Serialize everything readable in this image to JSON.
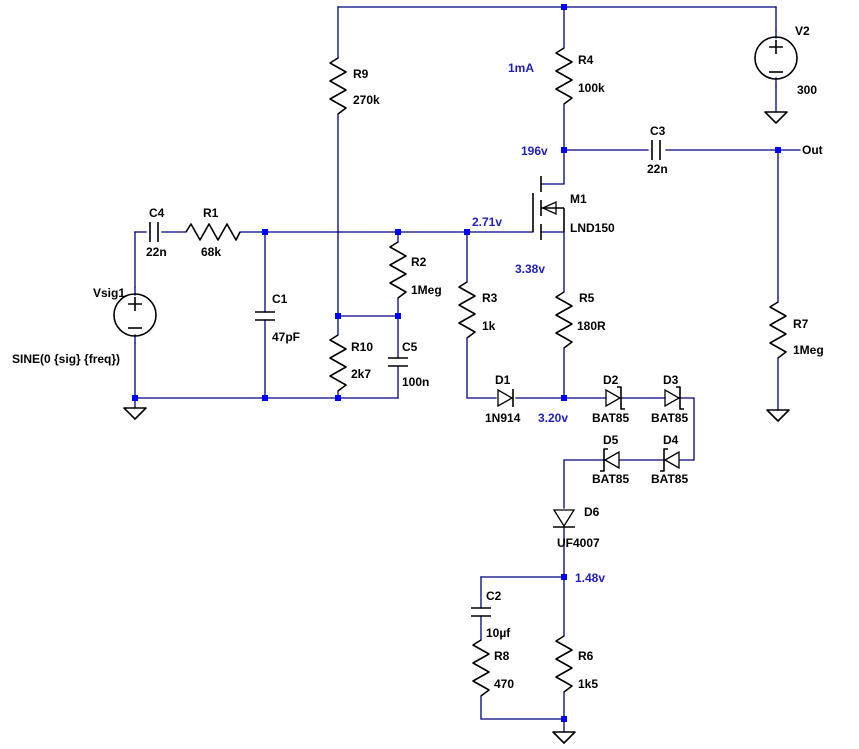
{
  "components": {
    "vsig1": {
      "name": "Vsig1",
      "value": "SINE(0 {sig} {freq})"
    },
    "c4": {
      "name": "C4",
      "value": "22n"
    },
    "r1": {
      "name": "R1",
      "value": "68k"
    },
    "c1": {
      "name": "C1",
      "value": "47pF"
    },
    "r9": {
      "name": "R9",
      "value": "270k"
    },
    "r10": {
      "name": "R10",
      "value": "2k7"
    },
    "r2": {
      "name": "R2",
      "value": "1Meg"
    },
    "c5": {
      "name": "C5",
      "value": "100n"
    },
    "r3": {
      "name": "R3",
      "value": "1k"
    },
    "d1": {
      "name": "D1",
      "value": "1N914"
    },
    "r4": {
      "name": "R4",
      "value": "100k"
    },
    "m1": {
      "name": "M1",
      "value": "LND150"
    },
    "r5": {
      "name": "R5",
      "value": "180R"
    },
    "d2": {
      "name": "D2",
      "value": "BAT85"
    },
    "d3": {
      "name": "D3",
      "value": "BAT85"
    },
    "d4": {
      "name": "D4",
      "value": "BAT85"
    },
    "d5": {
      "name": "D5",
      "value": "BAT85"
    },
    "d6": {
      "name": "D6",
      "value": "UF4007"
    },
    "c2": {
      "name": "C2",
      "value": "10µf"
    },
    "r8": {
      "name": "R8",
      "value": "470"
    },
    "r6": {
      "name": "R6",
      "value": "1k5"
    },
    "c3": {
      "name": "C3",
      "value": "22n"
    },
    "r7": {
      "name": "R7",
      "value": "1Meg"
    },
    "v2": {
      "name": "V2",
      "value": "300"
    }
  },
  "annotations": {
    "i_drain": "1mA",
    "v_drain": "196v",
    "v_gate": "2.71v",
    "v_source": "3.38v",
    "v_d1": "3.20v",
    "v_r6": "1.48v"
  },
  "net_labels": {
    "out": "Out"
  },
  "colors": {
    "wire": "#00007f",
    "junction": "#0000ff",
    "annotation": "#1f1fbf",
    "component": "#000000"
  }
}
